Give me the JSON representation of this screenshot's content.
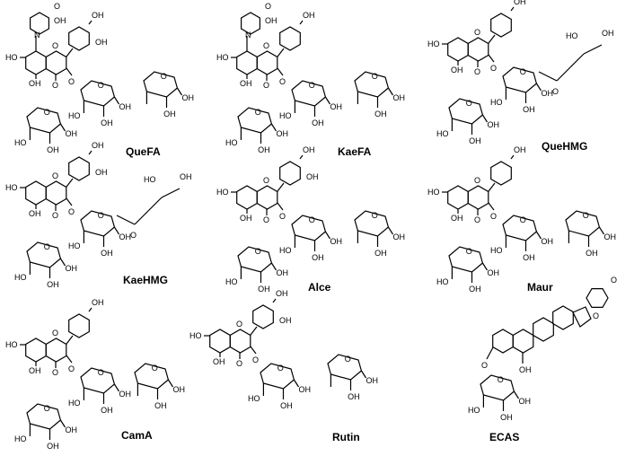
{
  "compounds": [
    {
      "name": "QueFA"
    },
    {
      "name": "KaeFA"
    },
    {
      "name": "QueHMG"
    },
    {
      "name": "KaeHMG"
    },
    {
      "name": "Alce"
    },
    {
      "name": "Maur"
    },
    {
      "name": "CamA"
    },
    {
      "name": "Rutin"
    },
    {
      "name": "ECAS"
    }
  ],
  "atom_labels": {
    "oh": "OH",
    "ho": "HO",
    "o": "O",
    "n": "N"
  }
}
